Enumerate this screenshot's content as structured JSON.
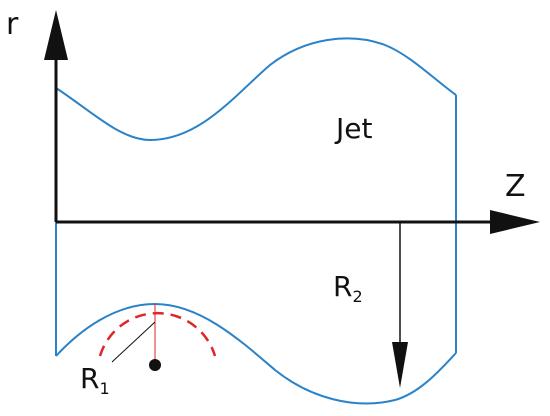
{
  "labels": {
    "r_axis": "r",
    "z_axis": "Z",
    "jet": "Jet",
    "R1": {
      "main": "R",
      "sub": "1"
    },
    "R2": {
      "main": "R",
      "sub": "2"
    }
  },
  "colors": {
    "outline": "#2a82c8",
    "axes": "#111111",
    "curvature_circle": "#e0242a",
    "text": "#111111"
  }
}
